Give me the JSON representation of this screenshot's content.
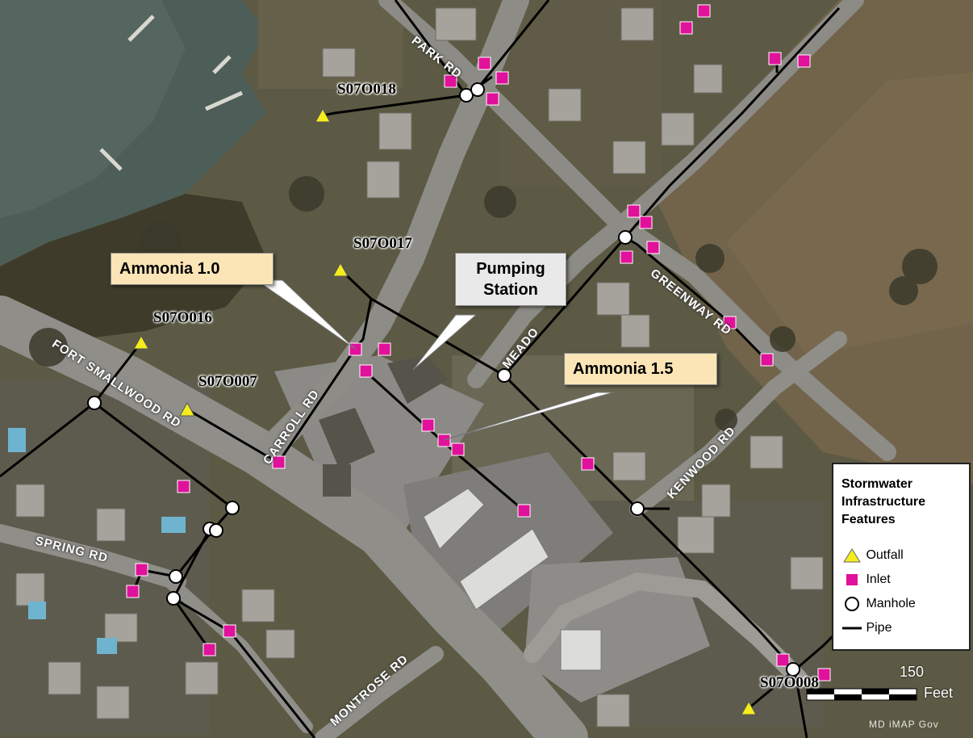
{
  "map": {
    "streets": {
      "park": "PARK RD",
      "fort_smallwood": "FORT SMALLWOOD RD",
      "carroll": "CARROLL RD",
      "meadow": "MEADO",
      "greenway": "GREENWAY RD",
      "kenwood": "KENWOOD RD",
      "spring": "SPRING RD",
      "montrose": "MONTROSE RD"
    },
    "sites": {
      "s018": "S07O018",
      "s017": "S07O017",
      "s016": "S07O016",
      "s007": "S07O007",
      "s008": "S07O008"
    },
    "callouts": {
      "ammonia_1": "Ammonia 1.0",
      "ammonia_2": "Ammonia 1.5",
      "pumping_line1": "Pumping",
      "pumping_line2": "Station"
    },
    "legend": {
      "title_line1": "Stormwater",
      "title_line2": "Infrastructure",
      "title_line3": "Features",
      "outfall": "Outfall",
      "inlet": "Inlet",
      "manhole": "Manhole",
      "pipe": "Pipe"
    },
    "scale_bar": {
      "value": "150",
      "unit": "Feet"
    },
    "credit": "MD iMAP Gov",
    "colors": {
      "outfall": "#f5ec1c",
      "inlet": "#e0119a",
      "manhole": "#ffffff",
      "pipe": "#000000",
      "callout_ammonia": "#fbe5b7",
      "callout_pumping": "#e9e9e9"
    }
  }
}
